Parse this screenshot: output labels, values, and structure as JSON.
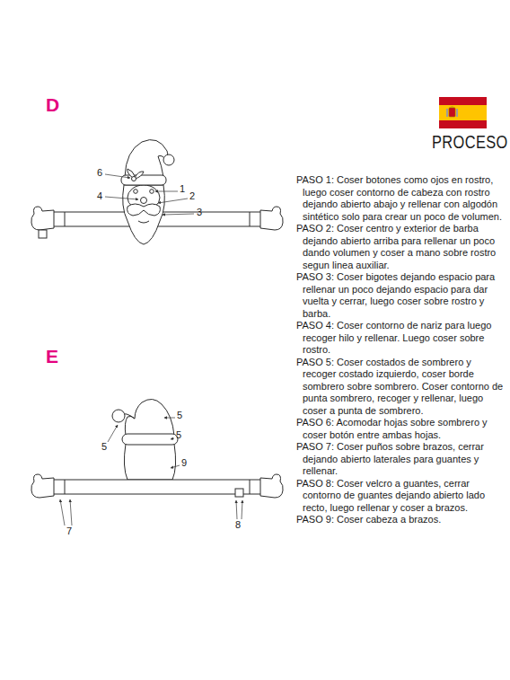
{
  "diagram": {
    "title": "PROCESO",
    "labels": [
      "D",
      "E",
      "6",
      "4",
      "1",
      "2",
      "3",
      "5",
      "5",
      "5",
      "9",
      "7",
      "8",
      "PASO 1: Coser botones como ojos en rostro, luego coser contorno de cabeza con rostro dejando abierto abajo y rellenar con algodón sintético solo para crear un poco de volumen.",
      "PASO 2: Coser centro y exterior de barba dejando abierto arriba para rellenar un poco dando volumen y coser a mano sobre rostro segun linea auxiliar.",
      "PASO 3: Coser bigotes dejando espacio para rellenar un poco dejando espacio para dar vuelta y cerrar, luego coser sobre rostro y barba.",
      "PASO 4: Coser contorno de nariz para luego recoger hilo y rellenar. Luego coser sobre rostro.",
      "PASO 5: Coser costados de sombrero y recoger costado izquierdo, coser borde sombrero sobre sombrero. Coser contorno de punta sombrero, recoger y rellenar, luego coser a punta de sombrero.",
      "PASO 6: Acomodar hojas sobre sombrero y coser botón entre ambas hojas.",
      "PASO 7: Coser puños sobre brazos, cerrar dejando abierto laterales para guantes y rellenar.",
      "PASO 8: Coser velcro a guantes, cerrar contorno de guantes dejando abierto lado recto, luego rellenar y coser a brazos.",
      "PASO 9: Coser cabeza a brazos."
    ]
  }
}
